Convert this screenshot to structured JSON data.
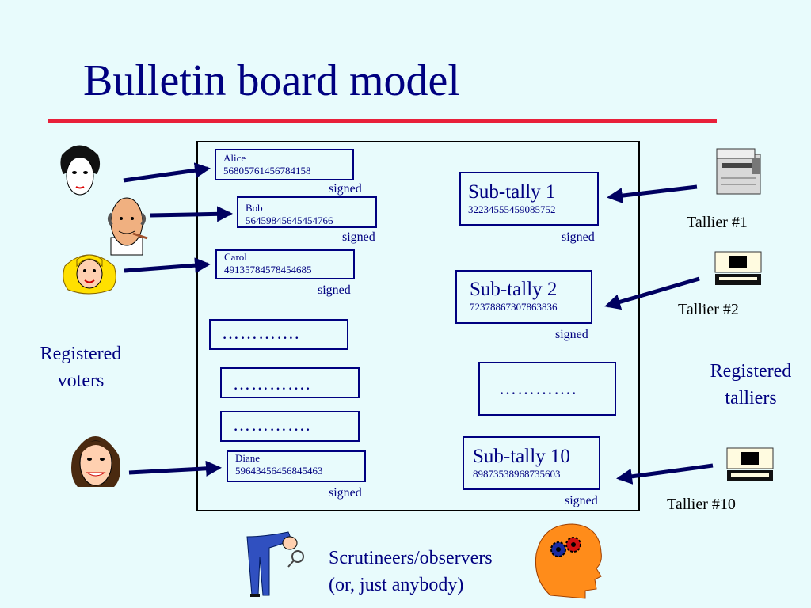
{
  "title": "Bulletin board model",
  "voters": [
    {
      "name": "Alice",
      "code": "56805761456784158",
      "signed": "signed"
    },
    {
      "name": "Bob",
      "code": "56459845645454766",
      "signed": "signed"
    },
    {
      "name": "Carol",
      "code": "49135784578454685",
      "signed": "signed"
    },
    {
      "name": "Diane",
      "code": "59643456456845463",
      "signed": "signed"
    }
  ],
  "ellipsis": "………….",
  "subtallies": [
    {
      "name": "Sub-tally 1",
      "code": "32234555459085752",
      "signed": "signed"
    },
    {
      "name": "Sub-tally 2",
      "code": "72378867307863836",
      "signed": "signed"
    },
    {
      "name": "Sub-tally 10",
      "code": "89873538968735603",
      "signed": "signed"
    }
  ],
  "talliers": [
    "Tallier #1",
    "Tallier #2",
    "Tallier #10"
  ],
  "registered_voters": [
    "Registered",
    "voters"
  ],
  "registered_talliers": [
    "Registered",
    "talliers"
  ],
  "scrutineers": [
    "Scrutineers/observers",
    "(or, just anybody)"
  ],
  "colors": {
    "text": "#000080",
    "rule": "#e8203a",
    "background": "#e8fbfc",
    "arrow": "#000060"
  },
  "icons": [
    "woman-face-icon",
    "bald-man-face-icon",
    "blonde-woman-face-icon",
    "smiling-woman-face-icon",
    "printer-terminal-icon",
    "computer-workstation-icon",
    "observer-magnifier-icon",
    "head-gears-icon"
  ]
}
